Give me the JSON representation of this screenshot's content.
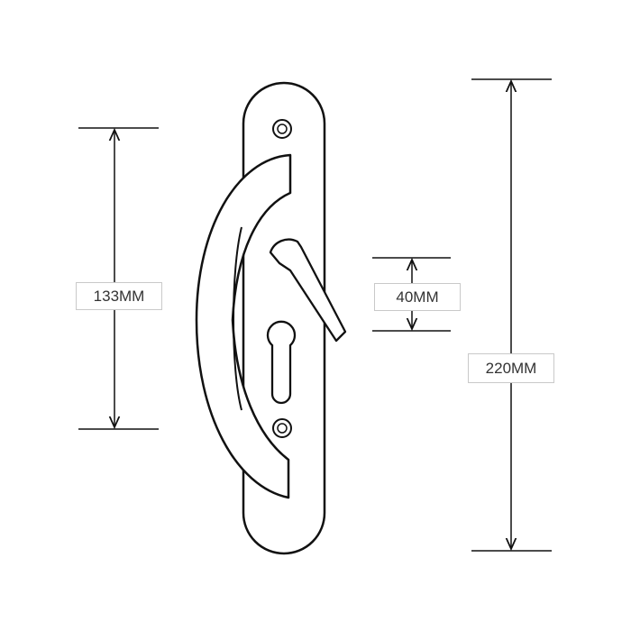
{
  "dimensions": {
    "height_133": "133MM",
    "height_40": "40MM",
    "height_220": "220MM"
  },
  "colors": {
    "line": "#111111",
    "label_border": "#c9c9c9",
    "background": "#ffffff"
  },
  "icons": [
    "door-handle-backplate",
    "screw-hole-icon",
    "keyhole-icon",
    "lever-latch"
  ]
}
